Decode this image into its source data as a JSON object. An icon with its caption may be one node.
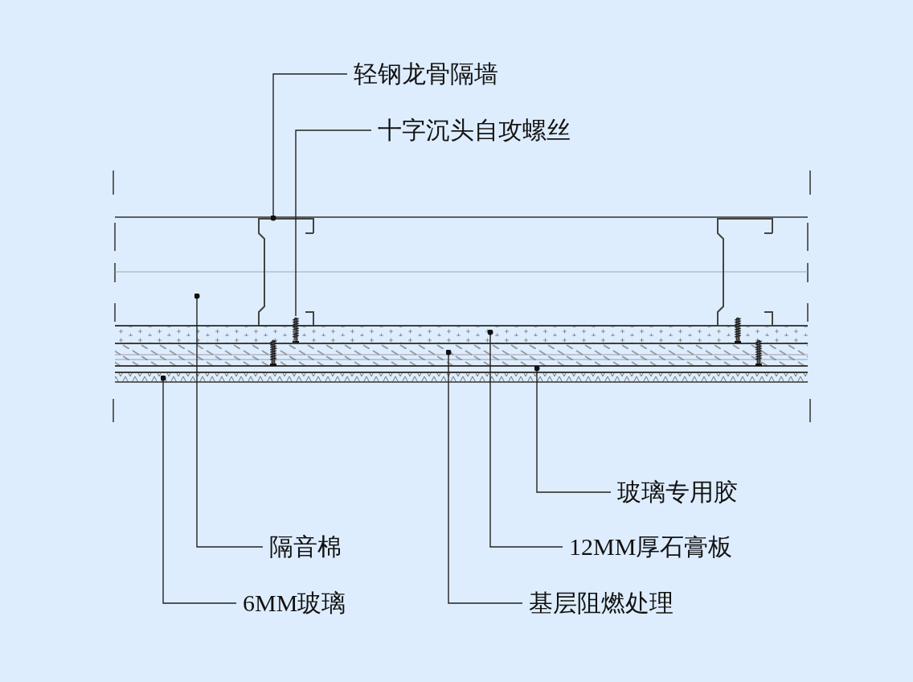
{
  "diagram": {
    "nodes": [
      {
        "text": [
          "轻钢龙骨隔墙"
        ]
      },
      {
        "text": [
          "十字沉头自攻螺丝"
        ]
      },
      {
        "text": [
          "玻璃专用胶"
        ]
      },
      {
        "text": [
          "隔音棉"
        ]
      },
      {
        "text": [
          "12MM厚石膏板"
        ]
      },
      {
        "text": [
          "6MM玻璃"
        ]
      },
      {
        "text": [
          "基层阻燃处理"
        ]
      },
      {
        "text": [],
        "shape": "box"
      },
      {
        "text": [],
        "shape": "picture",
        "in": 7
      },
      {
        "text": [],
        "shape": "picture"
      },
      {
        "text": [],
        "shape": "box"
      },
      {
        "text": [],
        "shape": "box"
      },
      {
        "text": [],
        "shape": "box"
      },
      {
        "text": [],
        "shape": "box"
      }
    ],
    "edges": [
      {
        "from": 0,
        "to": 8,
        "arrow": "other"
      },
      {
        "from": 1,
        "to": 9,
        "arrow": "none"
      },
      {
        "from": 2,
        "to": 12,
        "arrow": "other"
      },
      {
        "from": 3,
        "to": 7,
        "arrow": "other"
      },
      {
        "from": 4,
        "to": 10,
        "arrow": "other"
      },
      {
        "from": 5,
        "to": 13,
        "arrow": "other"
      },
      {
        "from": 6,
        "to": 11,
        "arrow": "other"
      }
    ]
  }
}
